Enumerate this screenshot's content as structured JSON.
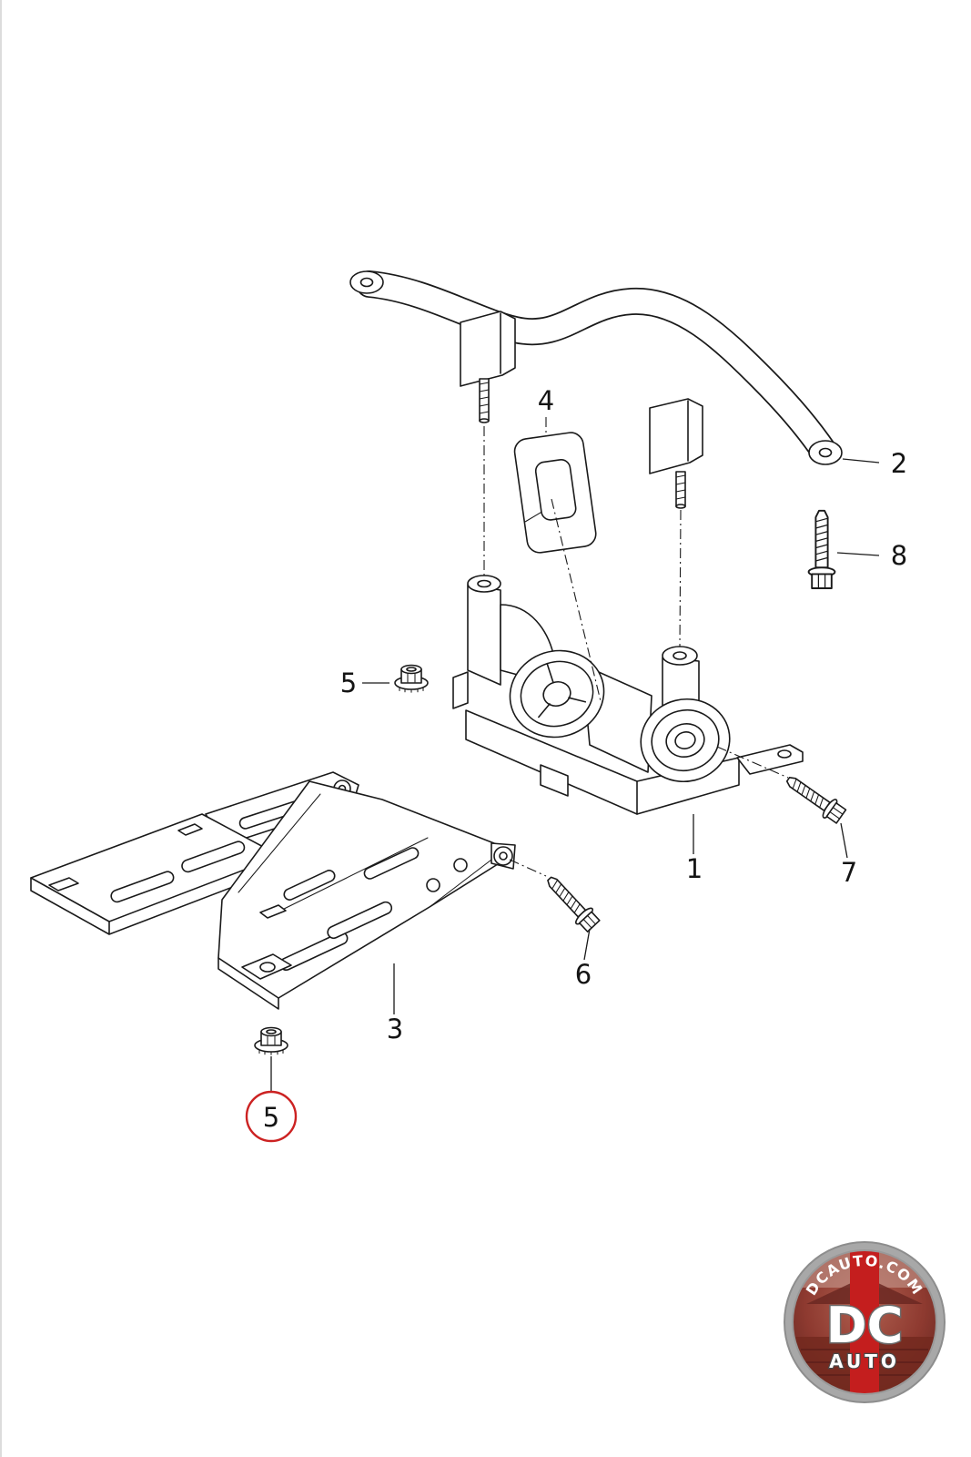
{
  "diagram": {
    "type": "exploded-parts-diagram",
    "callouts": {
      "part1": {
        "label": "1"
      },
      "part2": {
        "label": "2"
      },
      "part3": {
        "label": "3"
      },
      "part4": {
        "label": "4"
      },
      "part5a": {
        "label": "5"
      },
      "part5b": {
        "label": "5",
        "highlighted": true
      },
      "part6": {
        "label": "6"
      },
      "part7": {
        "label": "7"
      },
      "part8": {
        "label": "8"
      }
    },
    "highlight_color": "#cc2222",
    "line_color": "#1a1a1a",
    "background_color": "#ffffff"
  },
  "watermark": {
    "site": "DCAUTO.COM",
    "brand": "DC",
    "brand_sub": "AUTO"
  }
}
